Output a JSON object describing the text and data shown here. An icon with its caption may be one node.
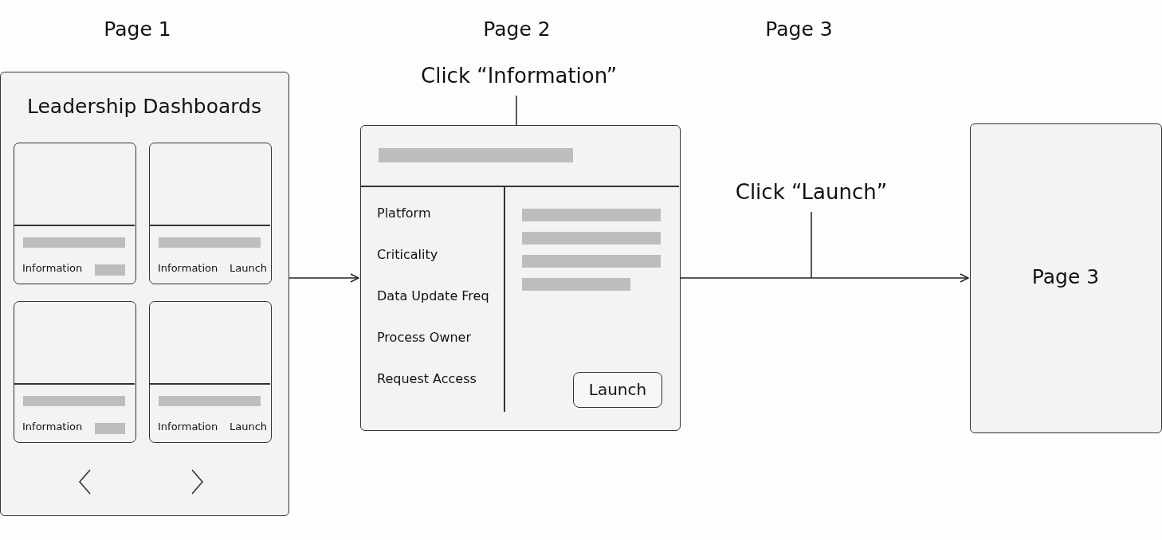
{
  "diagram": {
    "nodes": [
      {
        "text": [
          "Leadership Dashboards"
        ]
      },
      {
        "text": [
          "Information"
        ],
        "in": 0
      },
      {
        "text": [
          "Information",
          "Launch"
        ],
        "in": 0
      },
      {
        "text": [
          "Information"
        ],
        "in": 0
      },
      {
        "text": [
          "Information",
          "Launch"
        ],
        "in": 0
      },
      {
        "text": [
          "Platform",
          "Criticality",
          "Data Update Freq",
          "Process Owner",
          "Request Access"
        ]
      },
      {
        "text": [
          "Launch"
        ],
        "in": 5
      },
      {
        "text": [
          "Page 3"
        ]
      },
      {
        "text": [
          "Click “Information”"
        ]
      },
      {
        "text": [
          "Click “Launch”"
        ]
      }
    ],
    "edges": [
      {
        "from": 0,
        "to": 5,
        "arrow": "to"
      },
      {
        "from": 5,
        "to": 7,
        "arrow": "to"
      },
      {
        "from": 8,
        "to": 5,
        "arrow": "none"
      },
      {
        "from": 9,
        "to": null,
        "arrow": "none"
      }
    ],
    "labels": [
      "Page 1",
      "Page 2",
      "Page 3"
    ]
  }
}
